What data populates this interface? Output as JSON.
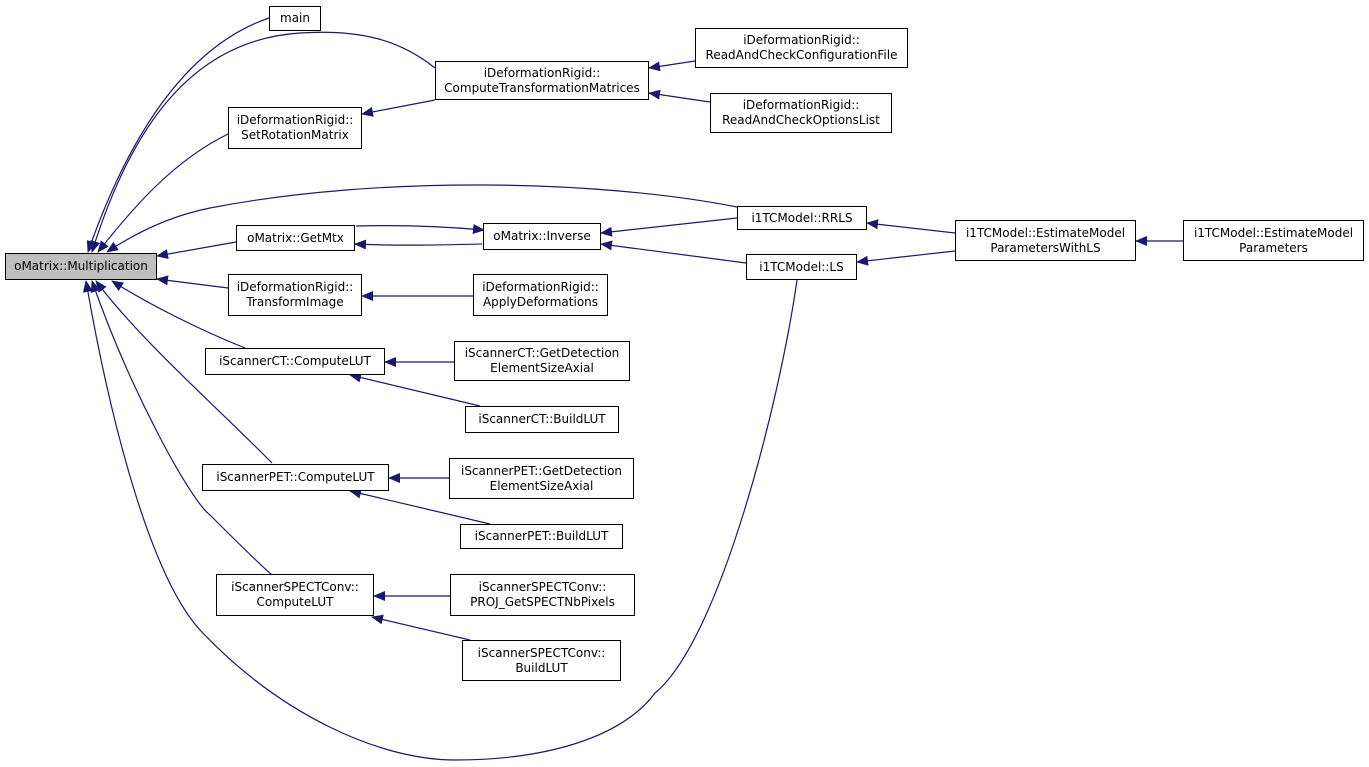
{
  "colors": {
    "edge": "#191970",
    "root_fill": "#bfbfbf",
    "node_fill": "#ffffff",
    "border": "#000000"
  },
  "nodes": {
    "multiplication": {
      "lines": [
        "oMatrix::Multiplication"
      ]
    },
    "main": {
      "lines": [
        "main"
      ]
    },
    "compute_transformation_matrices": {
      "lines": [
        "iDeformationRigid::",
        "ComputeTransformationMatrices"
      ]
    },
    "read_check_configuration_file": {
      "lines": [
        "iDeformationRigid::",
        "ReadAndCheckConfigurationFile"
      ]
    },
    "read_check_options_list": {
      "lines": [
        "iDeformationRigid::",
        "ReadAndCheckOptionsList"
      ]
    },
    "set_rotation_matrix": {
      "lines": [
        "iDeformationRigid::",
        "SetRotationMatrix"
      ]
    },
    "rrls": {
      "lines": [
        "i1TCModel::RRLS"
      ]
    },
    "get_mtx": {
      "lines": [
        "oMatrix::GetMtx"
      ]
    },
    "inverse": {
      "lines": [
        "oMatrix::Inverse"
      ]
    },
    "estimate_model_parameters_with_ls": {
      "lines": [
        "i1TCModel::EstimateModel",
        "ParametersWithLS"
      ]
    },
    "estimate_model_parameters": {
      "lines": [
        "i1TCModel::EstimateModel",
        "Parameters"
      ]
    },
    "ls": {
      "lines": [
        "i1TCModel::LS"
      ]
    },
    "transform_image": {
      "lines": [
        "iDeformationRigid::",
        "TransformImage"
      ]
    },
    "apply_deformations": {
      "lines": [
        "iDeformationRigid::",
        "ApplyDeformations"
      ]
    },
    "ct_compute_lut": {
      "lines": [
        "iScannerCT::ComputeLUT"
      ]
    },
    "ct_get_detection": {
      "lines": [
        "iScannerCT::GetDetection",
        "ElementSizeAxial"
      ]
    },
    "ct_build_lut": {
      "lines": [
        "iScannerCT::BuildLUT"
      ]
    },
    "pet_compute_lut": {
      "lines": [
        "iScannerPET::ComputeLUT"
      ]
    },
    "pet_get_detection": {
      "lines": [
        "iScannerPET::GetDetection",
        "ElementSizeAxial"
      ]
    },
    "pet_build_lut": {
      "lines": [
        "iScannerPET::BuildLUT"
      ]
    },
    "spect_compute_lut": {
      "lines": [
        "iScannerSPECTConv::",
        "ComputeLUT"
      ]
    },
    "spect_proj_get": {
      "lines": [
        "iScannerSPECTConv::",
        "PROJ_GetSPECTNbPixels"
      ]
    },
    "spect_build_lut": {
      "lines": [
        "iScannerSPECTConv::",
        "BuildLUT"
      ]
    }
  }
}
